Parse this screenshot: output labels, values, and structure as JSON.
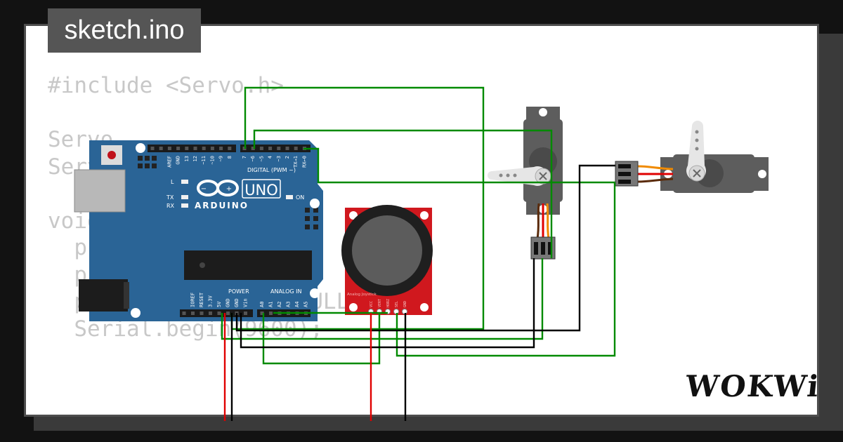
{
  "title": "sketch.ino",
  "code_lines": [
    "#include <Servo.h>",
    "",
    "Servo",
    "Servo",
    "",
    "void",
    "  p",
    "  pinMode(A1, INPUT);",
    "  pinMode(7, INPUT_PULLUP);",
    "  Serial.begin(9600);"
  ],
  "arduino": {
    "brand": "ARDUINO",
    "model": "UNO",
    "on_label": "ON",
    "l_label": "L",
    "tx_label": "TX",
    "rx_label": "RX",
    "digital_label": "DIGITAL (PWM ~)",
    "power_label": "POWER",
    "analog_label": "ANALOG IN",
    "top_pins": [
      "AREF",
      "GND",
      "13",
      "12",
      "~11",
      "~10",
      "~9",
      "8",
      "7",
      "~6",
      "~5",
      "4",
      "~3",
      "2",
      "TX→1",
      "RX←0"
    ],
    "bottom_pins": [
      "IOREF",
      "RESET",
      "3.3V",
      "5V",
      "GND",
      "GND",
      "Vin",
      "A0",
      "A1",
      "A2",
      "A3",
      "A4",
      "A5"
    ]
  },
  "joystick": {
    "label": "Analog Joystick",
    "pins": [
      "VCC",
      "VERT",
      "HORZ",
      "SEL",
      "GND"
    ]
  },
  "logo": "WOKWi",
  "colors": {
    "wire_green": "#008a00",
    "wire_black": "#000000",
    "wire_red": "#e00000",
    "board_blue": "#2a6496",
    "joystick_red": "#d0181e",
    "servo_grey": "#5d5d5d"
  }
}
